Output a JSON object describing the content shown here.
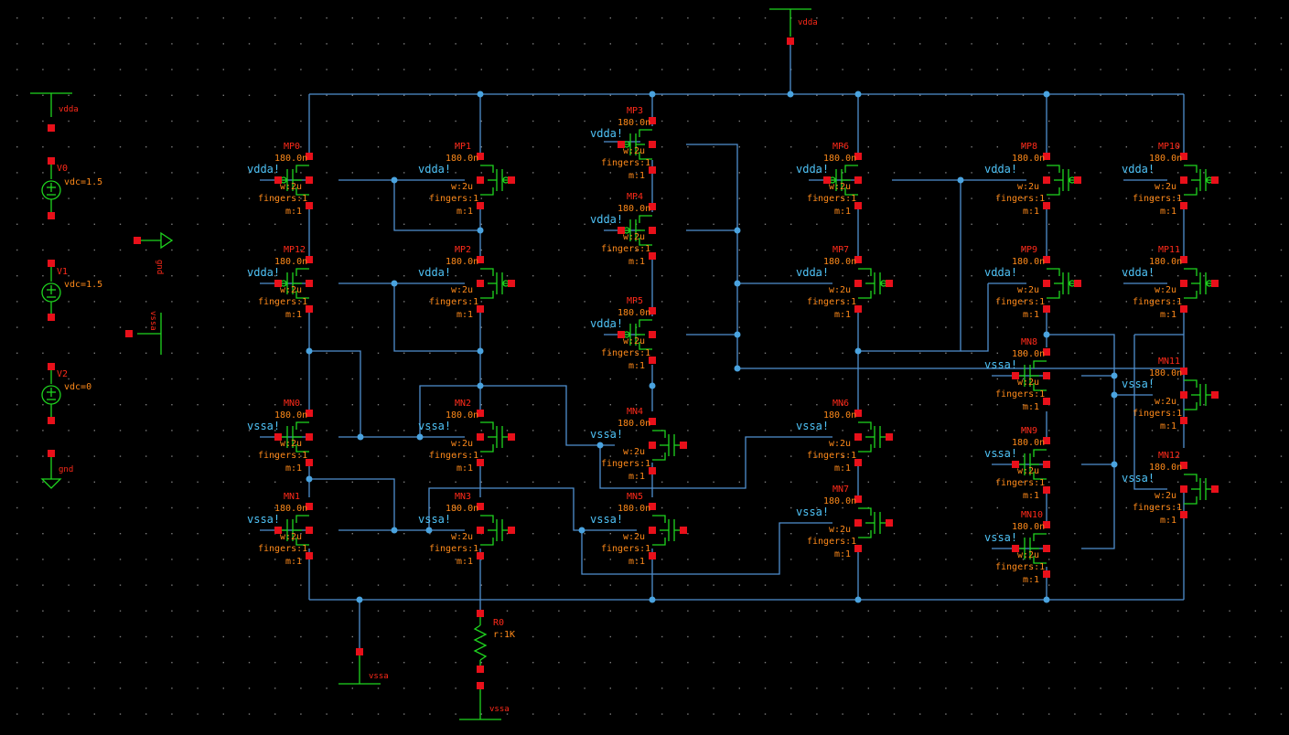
{
  "schematic": {
    "top_rail_label": "vdda",
    "source_labels": {
      "vdda_rail": "vdda",
      "v0": "V0",
      "v0_param": "vdc=1.5",
      "gnd_flag": "gnd",
      "v1": "V1",
      "v1_param": "vdc=1.5",
      "vssa_flag": "vssa",
      "v2": "V2",
      "v2_param": "vdc=0",
      "gnd_bottom": "gnd"
    },
    "bottom_labels": {
      "vssa_left": "vssa",
      "r0": "R0",
      "r0_param": "r:1K",
      "vssa_bottom": "vssa"
    },
    "transistors": [
      {
        "name": "MP0",
        "type": "p",
        "l": "180.0n",
        "w": "w:2u",
        "fingers": "fingers:1",
        "m": "m:1",
        "body": "vdda!"
      },
      {
        "name": "MP1",
        "type": "p",
        "l": "180.0n",
        "w": "w:2u",
        "fingers": "fingers:1",
        "m": "m:1",
        "body": "vdda!"
      },
      {
        "name": "MP12",
        "type": "p",
        "l": "180.0n",
        "w": "w:2u",
        "fingers": "fingers:1",
        "m": "m:1",
        "body": "vdda!"
      },
      {
        "name": "MP2",
        "type": "p",
        "l": "180.0n",
        "w": "w:2u",
        "fingers": "fingers:1",
        "m": "m:1",
        "body": "vdda!"
      },
      {
        "name": "MN0",
        "type": "n",
        "l": "180.0n",
        "w": "w:2u",
        "fingers": "fingers:1",
        "m": "m:1",
        "body": "vssa!"
      },
      {
        "name": "MN2",
        "type": "n",
        "l": "180.0n",
        "w": "w:2u",
        "fingers": "fingers:1",
        "m": "m:1",
        "body": "vssa!"
      },
      {
        "name": "MN1",
        "type": "n",
        "l": "180.0n",
        "w": "w:2u",
        "fingers": "fingers:1",
        "m": "m:1",
        "body": "vssa!"
      },
      {
        "name": "MN3",
        "type": "n",
        "l": "180.0n",
        "w": "w:2u",
        "fingers": "fingers:1",
        "m": "m:1",
        "body": "vssa!"
      },
      {
        "name": "MP3",
        "type": "p",
        "l": "180.0n",
        "w": "w:2u",
        "fingers": "fingers:1",
        "m": "m:1",
        "body": "vdda!"
      },
      {
        "name": "MP4",
        "type": "p",
        "l": "180.0n",
        "w": "w:2u",
        "fingers": "fingers:1",
        "m": "m:1",
        "body": "vdda!"
      },
      {
        "name": "MP5",
        "type": "p",
        "l": "180.0n",
        "w": "w:2u",
        "fingers": "fingers:1",
        "m": "m:1",
        "body": "vdda!"
      },
      {
        "name": "MN4",
        "type": "n",
        "l": "180.0n",
        "w": "w:2u",
        "fingers": "fingers:1",
        "m": "m:1",
        "body": "vssa!"
      },
      {
        "name": "MN5",
        "type": "n",
        "l": "180.0n",
        "w": "w:2u",
        "fingers": "fingers:1",
        "m": "m:1",
        "body": "vssa!"
      },
      {
        "name": "MP6",
        "type": "p",
        "l": "180.0n",
        "w": "w:2u",
        "fingers": "fingers:1",
        "m": "m:1",
        "body": "vdda!"
      },
      {
        "name": "MP7",
        "type": "p",
        "l": "180.0n",
        "w": "w:2u",
        "fingers": "fingers:1",
        "m": "m:1",
        "body": "vdda!"
      },
      {
        "name": "MN6",
        "type": "n",
        "l": "180.0n",
        "w": "w:2u",
        "fingers": "fingers:1",
        "m": "m:1",
        "body": "vssa!"
      },
      {
        "name": "MN7",
        "type": "n",
        "l": "180.0n",
        "w": "w:2u",
        "fingers": "fingers:1",
        "m": "m:1",
        "body": "vssa!"
      },
      {
        "name": "MP8",
        "type": "p",
        "l": "180.0n",
        "w": "w:2u",
        "fingers": "fingers:1",
        "m": "m:1",
        "body": "vdda!"
      },
      {
        "name": "MP9",
        "type": "p",
        "l": "180.0n",
        "w": "w:2u",
        "fingers": "fingers:1",
        "m": "m:1",
        "body": "vdda!"
      },
      {
        "name": "MN8",
        "type": "n",
        "l": "180.0n",
        "w": "w:2u",
        "fingers": "fingers:1",
        "m": "m:1",
        "body": "vssa!"
      },
      {
        "name": "MN9",
        "type": "n",
        "l": "180.0n",
        "w": "w:2u",
        "fingers": "fingers:1",
        "m": "m:1",
        "body": "vssa!"
      },
      {
        "name": "MN10",
        "type": "n",
        "l": "180.0n",
        "w": "w:2u",
        "fingers": "fingers:1",
        "m": "m:1",
        "body": "vssa!"
      },
      {
        "name": "MP10",
        "type": "p",
        "l": "180.0n",
        "w": "w:2u",
        "fingers": "fingers:1",
        "m": "m:1",
        "body": "vdda!"
      },
      {
        "name": "MP11",
        "type": "p",
        "l": "180.0n",
        "w": "w:2u",
        "fingers": "fingers:1",
        "m": "m:1",
        "body": "vdda!"
      },
      {
        "name": "MN11",
        "type": "n",
        "l": "180.0n",
        "w": "w:2u",
        "fingers": "fingers:1",
        "m": "m:1",
        "body": "vssa!"
      },
      {
        "name": "MN12",
        "type": "n",
        "l": "180.0n",
        "w": "w:2u",
        "fingers": "fingers:1",
        "m": "m:1",
        "body": "vssa!"
      }
    ]
  },
  "colors": {
    "background": "#000000",
    "wire": "#4f8fcf",
    "symbol": "#1fd51f",
    "pin": "#e8101a",
    "instance_name": "#ff2a1a",
    "parameter": "#ff8a1a",
    "net_label": "#4fc3f7",
    "grid_dot": "#7a7a7a"
  }
}
